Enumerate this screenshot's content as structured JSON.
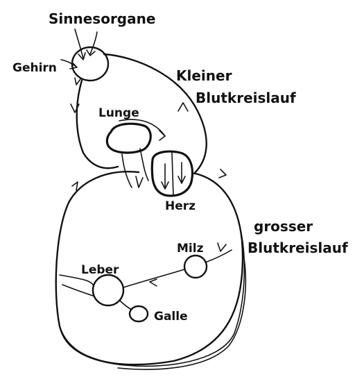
{
  "labels": {
    "sinnesorgane": "Sinnesorgane",
    "gehirn": "Gehirn",
    "kleiner_line1": "Kleiner",
    "kleiner_line2": "Blutkreislauf",
    "lunge": "Lunge",
    "herz": "Herz",
    "grosser_line1": "grosser",
    "grosser_line2": "Blutkreislauf",
    "milz": "Milz",
    "leber": "Leber",
    "galle": "Galle"
  },
  "colors": {
    "ink": "#111111",
    "background": "#ffffff"
  }
}
